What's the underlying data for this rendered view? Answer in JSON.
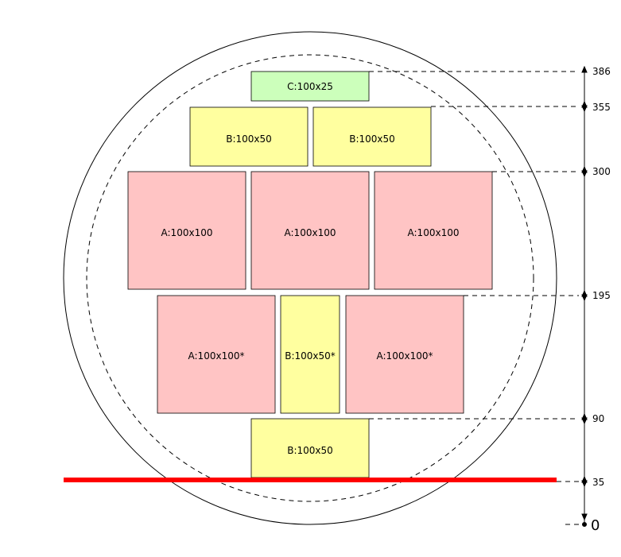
{
  "colors": {
    "a_fill": "#ffc4c4",
    "b_fill": "#ffff9f",
    "c_fill": "#ccffbb",
    "outline": "#000000",
    "baseline": "#ff0000"
  },
  "blocks": [
    {
      "id": "c1",
      "label": "C:100x25",
      "type": "C"
    },
    {
      "id": "b1",
      "label": "B:100x50",
      "type": "B"
    },
    {
      "id": "b2",
      "label": "B:100x50",
      "type": "B"
    },
    {
      "id": "a1",
      "label": "A:100x100",
      "type": "A"
    },
    {
      "id": "a2",
      "label": "A:100x100",
      "type": "A"
    },
    {
      "id": "a3",
      "label": "A:100x100",
      "type": "A"
    },
    {
      "id": "a4",
      "label": "A:100x100*",
      "type": "A"
    },
    {
      "id": "b3",
      "label": "B:100x50*",
      "type": "B"
    },
    {
      "id": "a5",
      "label": "A:100x100*",
      "type": "A"
    },
    {
      "id": "b4",
      "label": "B:100x50",
      "type": "B"
    }
  ],
  "levels": [
    {
      "id": "l386",
      "label": "386"
    },
    {
      "id": "l355",
      "label": "355"
    },
    {
      "id": "l300",
      "label": "300"
    },
    {
      "id": "l195",
      "label": "195"
    },
    {
      "id": "l90",
      "label": "90"
    },
    {
      "id": "l35",
      "label": "35"
    },
    {
      "id": "l0",
      "label": "0"
    }
  ]
}
